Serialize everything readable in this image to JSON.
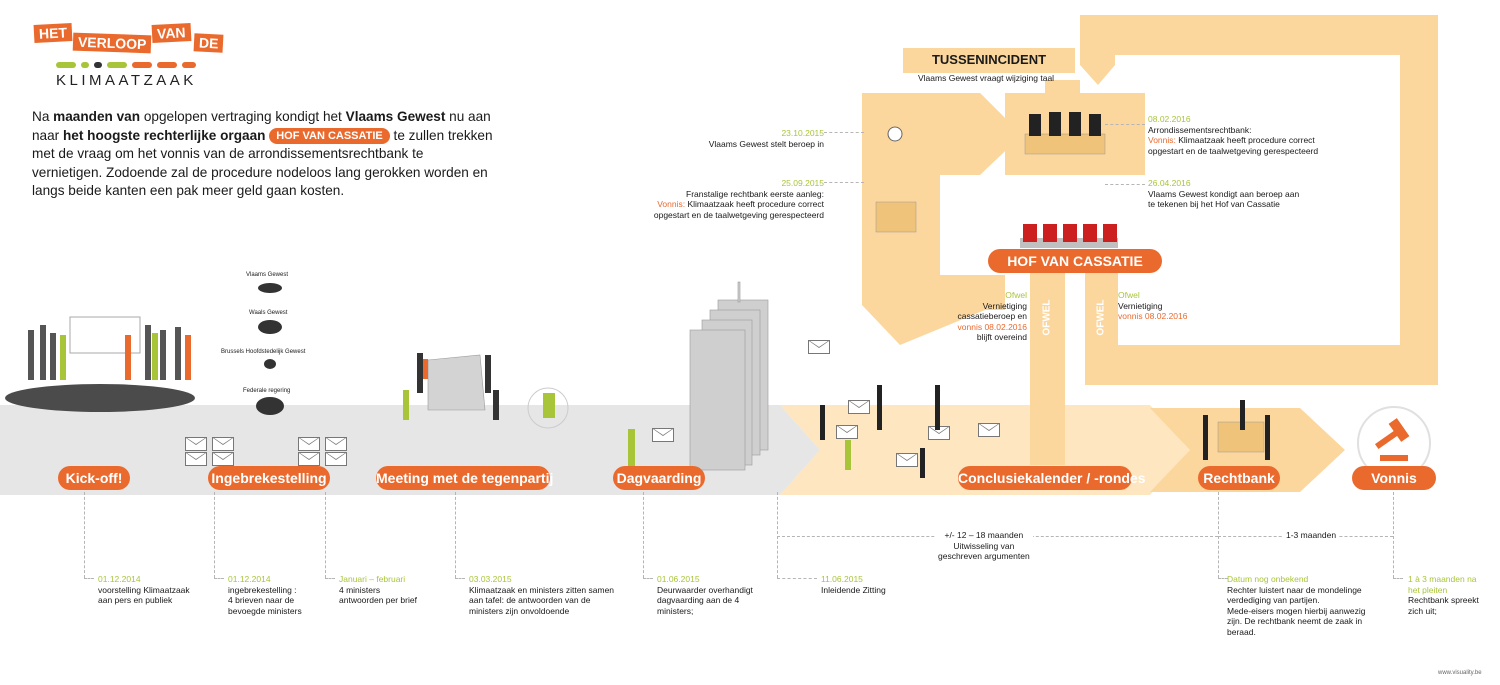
{
  "colors": {
    "orange": "#ea6a2e",
    "light_orange": "#fcd79d",
    "green": "#a8c53a",
    "grey_band": "#e4e4e4"
  },
  "logo": {
    "w1": "HET",
    "w2": "VERLOOP",
    "w3": "VAN",
    "w4": "DE",
    "w5": "KLIMAATZAAK"
  },
  "intro": {
    "p1": "Na ",
    "p2": "maanden van",
    "p3": " opgelopen vertraging kondigt het ",
    "p4": "Vlaams Gewest",
    "p5": " nu aan naar ",
    "p6": "het hoogste rechterlijke orgaan",
    "p7": "HOF VAN CASSATIE",
    "p8": " te zullen trekken met de vraag om het vonnis van de arrondissementsrechtbank te vernietigen. Zodoende zal de procedure nodeloos lang gerokken worden en langs beide kanten een pak meer geld gaan kosten."
  },
  "stages": {
    "kickoff": "Kick-off!",
    "ingebrekestelling": "Ingebrekestelling",
    "meeting": "Meeting met de tegenpartij",
    "dagvaarding": "Dagvaarding",
    "conclusie": "Conclusiekalender / -rondes",
    "rechtbank": "Rechtbank",
    "vonnis": "Vonnis"
  },
  "governments": {
    "g1": "Vlaams Gewest",
    "g2": "Waals Gewest",
    "g3": "Brussels Hoofdstedelijk Gewest",
    "g4": "Federale regering"
  },
  "events": {
    "e1": {
      "date": "01.12.2014",
      "l1": "voorstelling    Klimaatzaak",
      "l2": "aan pers  en publiek"
    },
    "e2": {
      "date": "01.12.2014",
      "l1": "ingebrekestelling    :",
      "l2": "4 brieven naar de",
      "l3": "bevoegde ministers"
    },
    "e3": {
      "date": "Januari   – februari",
      "l1": "4 ministers",
      "l2": "antwoorden     per brief"
    },
    "e4": {
      "date": "03.03.2015",
      "l1": "Klimaatzaak en ministers zitten samen",
      "l2": "aan tafel: de   antwoorden     van de",
      "l3": "ministers  zijn onvoldoende"
    },
    "e5": {
      "date": "01.06.2015",
      "l1": "Deurwaarder overhandigt",
      "l2": "dagvaarding aan de 4",
      "l3": "ministers;"
    },
    "e6": {
      "date": "11.06.2015",
      "l1": "Inleidende Zitting"
    },
    "e7": {
      "date": "Datum nog onbekend",
      "l1": "Rechter luistert naar de    mondelinge",
      "l2": "verdediging    van partijen.",
      "l3": "Mede-eisers mogen hierbij aanwezig",
      "l4": "zijn. De rechtbank neemt de zaak in",
      "l5": "beraad."
    },
    "e8": {
      "date": "1 à 3 maanden na",
      "date2": "het pleiten",
      "l1": "Rechtbank spreekt",
      "l2": "zich uit;"
    }
  },
  "durations": {
    "d1": "+/- 12 – 18 maanden",
    "d1b": "Uitwisseling van",
    "d1c": "geschreven argumenten",
    "d2": "1-3 maanden"
  },
  "appeal": {
    "tussen": "TUSSENINCIDENT",
    "tussen_sub": "Vlaams Gewest vraagt wijziging taal",
    "a1": {
      "date": "23.10.2015",
      "l1": "Vlaams Gewest    stelt beroep in"
    },
    "a2": {
      "date": "25.09.2015",
      "l1": "Franstalige rechtbank eerste aanleg:",
      "vonnis": "Vonnis:",
      "l2": "  Klimaatzaak heeft procedure correct",
      "l3": "opgestart en de taalwetgeving gerespecteerd"
    },
    "a3": {
      "date": "08.02.2016",
      "l1": "Arrondissementsrechtbank:",
      "vonnis": "Vonnis:",
      "l2": "  Klimaatzaak heeft procedure    correct",
      "l3": "opgestart en de taalwetgeving gerespecteerd"
    },
    "a4": {
      "date": "26.04.2016",
      "l1": "Vlaams Gewest kondigt aan beroep aan",
      "l2": "te tekenen bij het  Hof van Cassatie"
    },
    "hof": "HOF VAN CASSATIE",
    "of1": {
      "head": "Ofwel",
      "l1": "Vernietiging",
      "l2": "cassatieberoep en",
      "l3": "vonnis 08.02.2016",
      "l4": "blijft overeind"
    },
    "of2": {
      "head": "Ofwel",
      "l1": "Vernietiging",
      "l2": "vonnis 08.02.2016"
    },
    "ofwel_v": "OFWEL"
  },
  "credit": "www.visuality.be"
}
